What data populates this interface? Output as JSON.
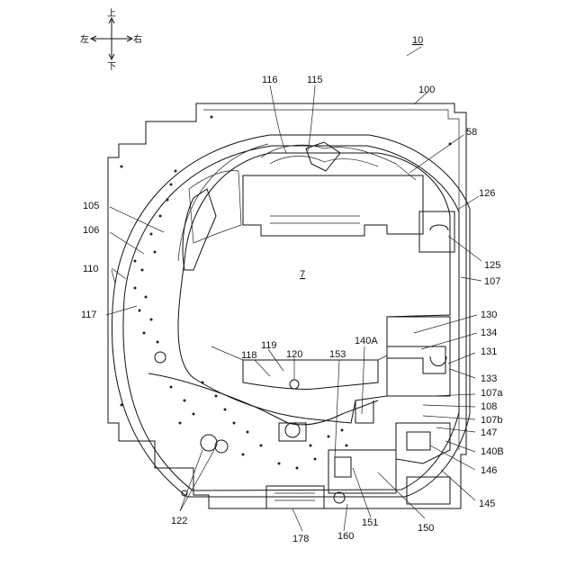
{
  "compass": {
    "up": "上",
    "down": "下",
    "left": "左",
    "right": "右"
  },
  "figure_number": "10",
  "center_label": "7",
  "labels": {
    "l100": "100",
    "l116": "116",
    "l115": "115",
    "l58": "58",
    "l126": "126",
    "l105": "105",
    "l106": "106",
    "l110": "110",
    "l117": "117",
    "l125": "125",
    "l107": "107",
    "l130": "130",
    "l134": "134",
    "l140A": "140A",
    "l153": "153",
    "l131": "131",
    "l119": "119",
    "l120": "120",
    "l118": "118",
    "l133": "133",
    "l107a": "107a",
    "l108": "108",
    "l107b": "107b",
    "l147": "147",
    "l140B": "140B",
    "l146": "146",
    "l145": "145",
    "l122": "122",
    "l178": "178",
    "l160": "160",
    "l151": "151",
    "l150": "150"
  }
}
